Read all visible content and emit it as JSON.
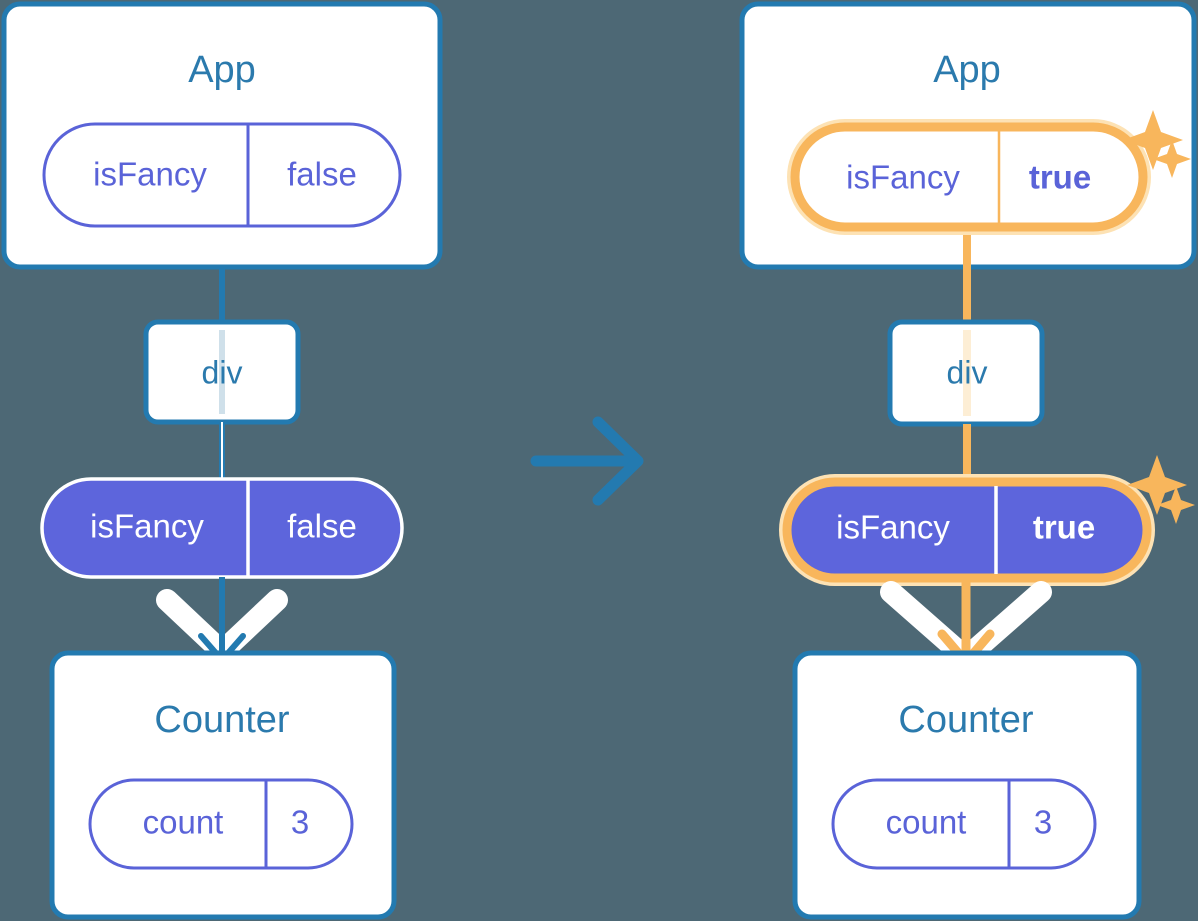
{
  "meta": {
    "background_color": "#4d6875",
    "accent_blue": "#237ab0",
    "accent_purple": "#5d65dc",
    "accent_orange": "#f8b65c",
    "accent_orange_light": "#fde2b4"
  },
  "left_tree": {
    "app": {
      "title": "App",
      "state_pill": {
        "name": "isFancy",
        "value": "false",
        "style": "outline",
        "highlighted": false
      }
    },
    "div": {
      "label": "div"
    },
    "prop_pill": {
      "name": "isFancy",
      "value": "false",
      "style": "filled",
      "highlighted": false
    },
    "counter": {
      "title": "Counter",
      "state_pill": {
        "name": "count",
        "value": "3",
        "style": "outline",
        "highlighted": false
      }
    }
  },
  "separator": {
    "icon": "arrow-right-icon"
  },
  "right_tree": {
    "app": {
      "title": "App",
      "state_pill": {
        "name": "isFancy",
        "value": "true",
        "style": "outline",
        "highlighted": true
      }
    },
    "div": {
      "label": "div"
    },
    "prop_pill": {
      "name": "isFancy",
      "value": "true",
      "style": "filled",
      "highlighted": true
    },
    "counter": {
      "title": "Counter",
      "state_pill": {
        "name": "count",
        "value": "3",
        "style": "outline",
        "highlighted": false
      }
    },
    "sparkles": [
      "sparkle-icon",
      "sparkle-icon",
      "sparkle-icon",
      "sparkle-icon"
    ]
  }
}
